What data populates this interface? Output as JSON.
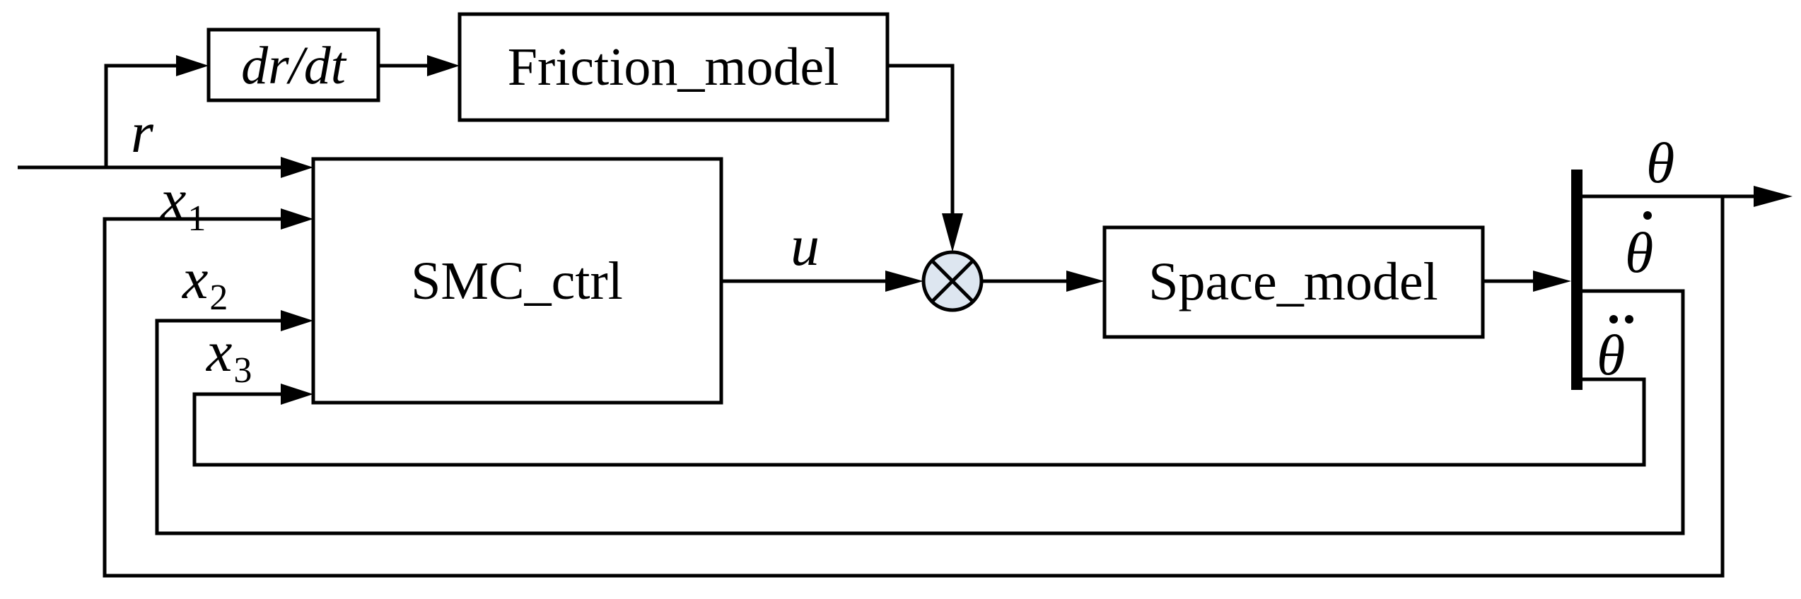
{
  "blocks": {
    "derivative": "dr/dt",
    "friction": "Friction_model",
    "controller": "SMC_ctrl",
    "plant": "Space_model"
  },
  "signals": {
    "reference": "r",
    "control": "u",
    "x1": {
      "base": "x",
      "sub": "1"
    },
    "x2": {
      "base": "x",
      "sub": "2"
    },
    "x3": {
      "base": "x",
      "sub": "3"
    },
    "theta": "θ",
    "theta_dot": "θ",
    "theta_ddot": "θ"
  },
  "colors": {
    "line": "#000000",
    "summing_junction_fill": "#dde6f0"
  },
  "icons": {
    "summing_junction": "multiply-junction-icon",
    "output_bus": "demux-bar-icon"
  }
}
